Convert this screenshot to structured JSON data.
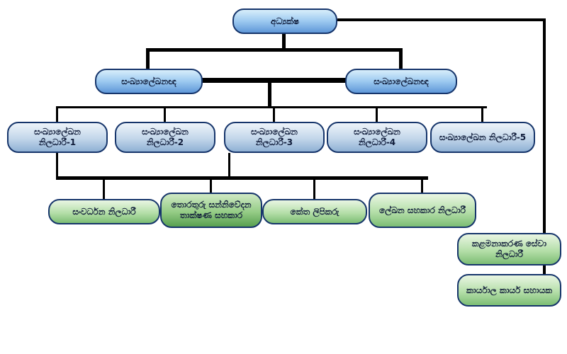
{
  "org_chart": {
    "type": "organization-chart",
    "nodes": {
      "director": "අධ්‍යක්ෂ",
      "statistician_left": "සංඛ්‍යාලේඛනඥ",
      "statistician_right": "සංඛ්‍යාලේඛනඥ",
      "stat_officer_1": "සංඛ්‍යාලේඛන නිලධාරී-1",
      "stat_officer_2": "සංඛ්‍යාලේඛන නිලධාරී-2",
      "stat_officer_3": "සංඛ්‍යාලේඛන නිලධාරී-3",
      "stat_officer_4": "සංඛ්‍යාලේඛන නිලධාරී-4",
      "stat_officer_5": "සංඛ්‍යාලේඛන නිලධාරී-5",
      "development_officer": "සංවර්ධන නිලධාරී",
      "ict_assistant": "තොරතුරු සන්නිවේදන තාක්ෂණ සහකාර",
      "code_clerk": "කේත ලිපිකරු",
      "records_assistant": "ලේඛන සහකාර නිලධාරී",
      "management_services_officer": "කළමනාකරණ සේවා නිලධාරී",
      "office_aide": "කාර්යාල කාර්ය සහායක"
    },
    "colors": {
      "node_border": "#16356b",
      "node_blue": "#9cc9f0",
      "node_blue_pale": "#c2d6ea",
      "node_green": "#b5dfa9",
      "node_green_dark": "#95cc86",
      "connector": "#000000"
    }
  }
}
